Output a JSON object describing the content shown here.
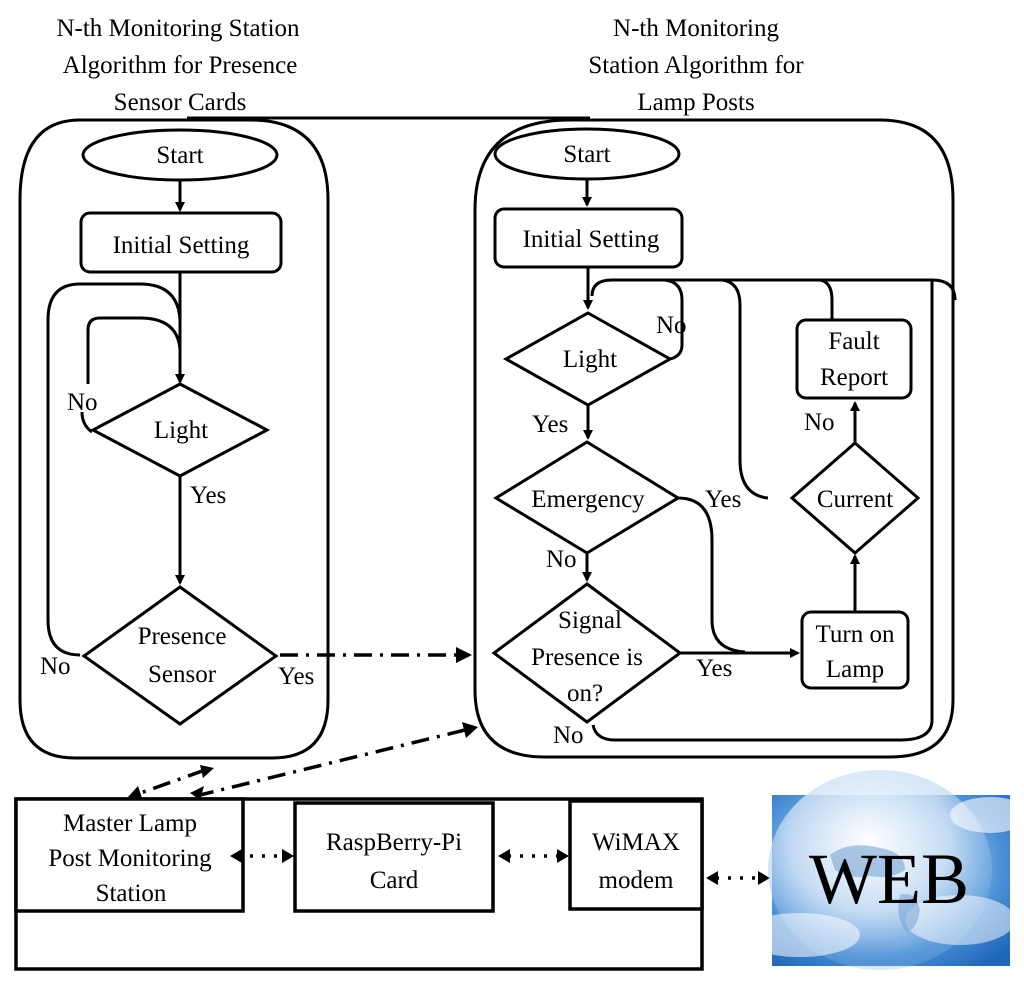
{
  "left_panel": {
    "title_lines": [
      "N-th Monitoring Station",
      "Algorithm for Presence",
      "Sensor Cards"
    ],
    "start": "Start",
    "initial_setting": "Initial Setting",
    "light": "Light",
    "light_no": "No",
    "light_yes": "Yes",
    "presence_sensor_lines": [
      "Presence",
      "Sensor"
    ],
    "presence_no": "No",
    "presence_yes": "Yes"
  },
  "right_panel": {
    "title_lines": [
      "N-th Monitoring",
      "Station Algorithm for",
      "Lamp Posts"
    ],
    "start": "Start",
    "initial_setting": "Initial Setting",
    "light": "Light",
    "light_no": "No",
    "light_yes": "Yes",
    "emergency": "Emergency",
    "emergency_yes": "Yes",
    "emergency_no": "No",
    "signal_lines": [
      "Signal",
      "Presence is",
      "on?"
    ],
    "signal_yes": "Yes",
    "signal_no": "No",
    "turn_on_lamp_lines": [
      "Turn on",
      "Lamp"
    ],
    "current": "Current",
    "current_no": "No",
    "fault_report_lines": [
      "Fault",
      "Report"
    ]
  },
  "bottom": {
    "master_lines": [
      "Master Lamp",
      "Post Monitoring",
      "Station"
    ],
    "raspberry_lines": [
      "RaspBerry-Pi",
      "Card"
    ],
    "wimax_lines": [
      "WiMAX",
      "modem"
    ],
    "web_label": "WEB"
  },
  "colors": {
    "web_bg_top": "#1f6fc4",
    "web_bg_mid": "#6fa8dc",
    "web_cloud": "#e8f1fa"
  }
}
